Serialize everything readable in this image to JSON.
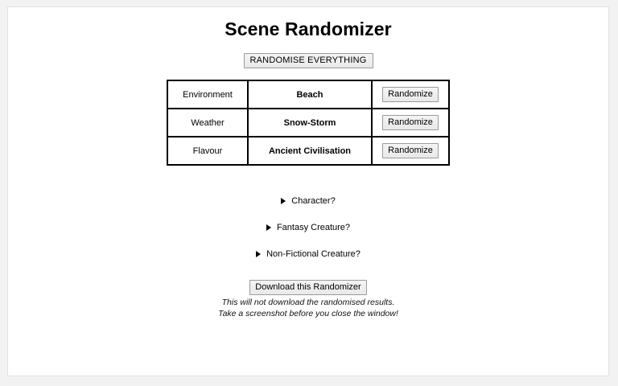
{
  "page": {
    "title": "Scene Randomizer",
    "background_color": "#ffffff",
    "frame_color": "#f2f2f2"
  },
  "randomise_all_button": {
    "label": "RANDOMISE EVERYTHING"
  },
  "scene_table": {
    "rows": [
      {
        "label": "Environment",
        "value": "Beach",
        "action_label": "Randomize"
      },
      {
        "label": "Weather",
        "value": "Snow-Storm",
        "action_label": "Randomize"
      },
      {
        "label": "Flavour",
        "value": "Ancient Civilisation",
        "action_label": "Randomize"
      }
    ]
  },
  "details_sections": [
    {
      "label": "Character?",
      "marker": "triangle-right-icon",
      "open": false
    },
    {
      "label": "Fantasy Creature?",
      "marker": "triangle-right-icon",
      "open": false
    },
    {
      "label": "Non-Fictional Creature?",
      "marker": "triangle-right-icon",
      "open": false
    }
  ],
  "footer": {
    "download_button_label": "Download this Randomizer",
    "note_line_1": "This will not download the randomised results.",
    "note_line_2": "Take a screenshot before you close the window!"
  }
}
